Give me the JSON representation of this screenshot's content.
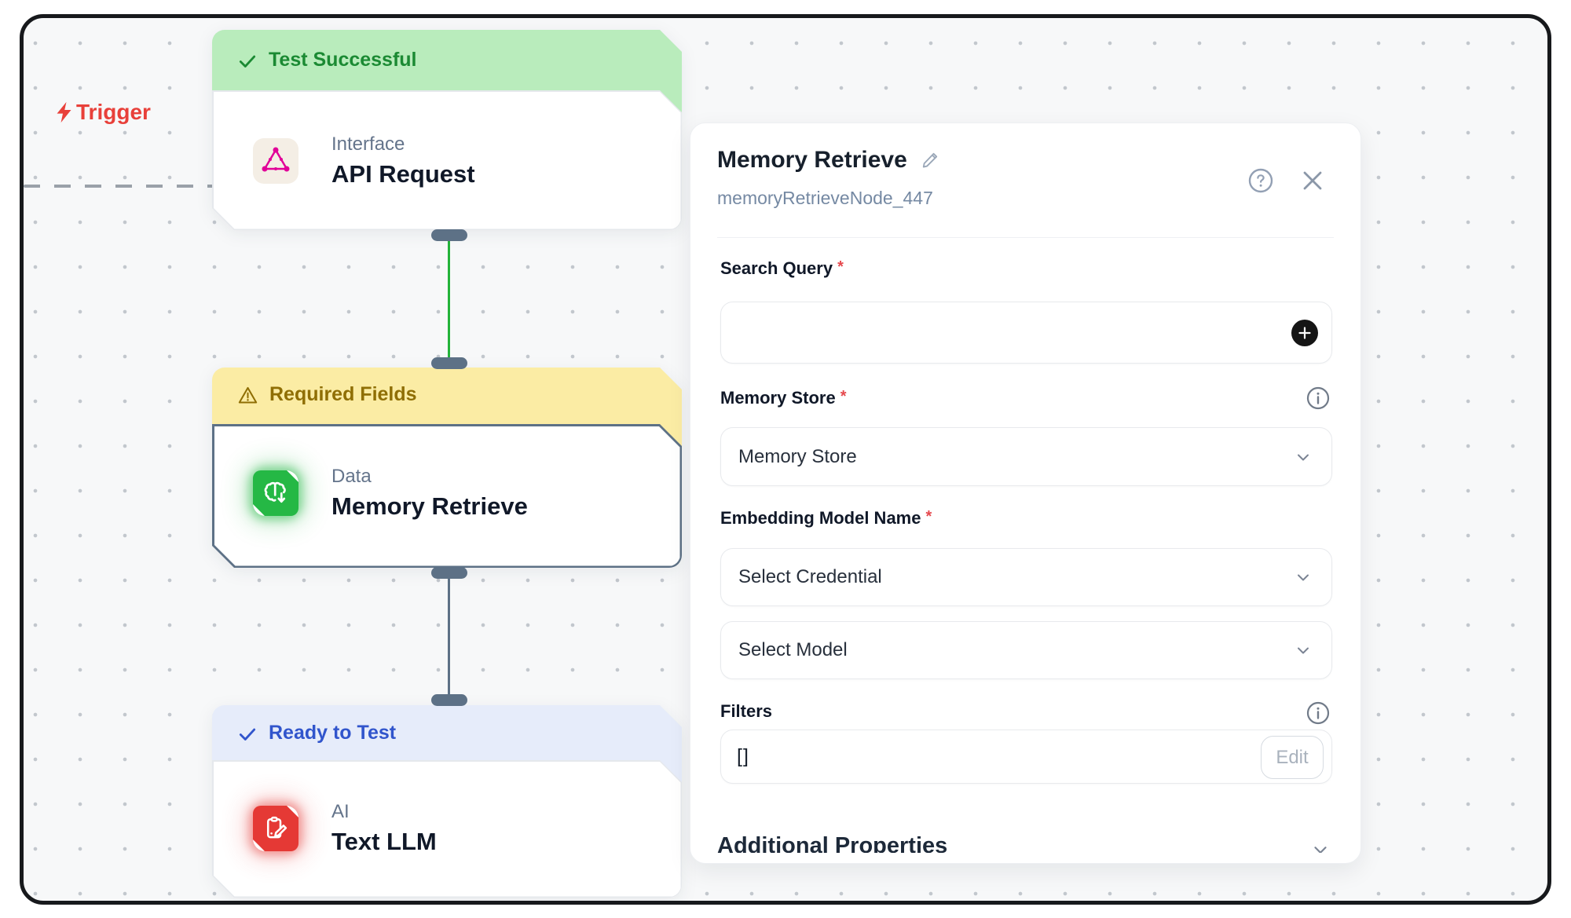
{
  "workflow": {
    "trigger_label": "Trigger",
    "nodes": [
      {
        "id": "api-request",
        "status_label": "Test Successful",
        "status_type": "success",
        "category": "Interface",
        "title": "API Request"
      },
      {
        "id": "memory-retrieve",
        "status_label": "Required Fields",
        "status_type": "warning",
        "category": "Data",
        "title": "Memory Retrieve"
      },
      {
        "id": "text-llm",
        "status_label": "Ready to Test",
        "status_type": "ready",
        "category": "AI",
        "title": "Text LLM"
      }
    ]
  },
  "panel": {
    "title": "Memory Retrieve",
    "node_id": "memoryRetrieveNode_447",
    "required_marker": "*",
    "search_query": {
      "label": "Search Query",
      "value": ""
    },
    "memory_store": {
      "label": "Memory Store",
      "selected": "Memory Store"
    },
    "embedding_model": {
      "label": "Embedding Model Name",
      "credential_value": "Select Credential",
      "model_value": "Select Model"
    },
    "filters": {
      "label": "Filters",
      "value": "[]",
      "edit_label": "Edit"
    },
    "additional_properties": {
      "label": "Additional Properties"
    }
  },
  "colors": {
    "success_bg": "#b9ecbc",
    "success_text": "#1b8a33",
    "warning_bg": "#fbeca4",
    "warning_text": "#8f6e04",
    "ready_bg": "#e6ecfa",
    "ready_text": "#3155cc",
    "edge_green": "#23b33a",
    "slate": "#5d7186",
    "trigger_red": "#e8403a",
    "icon_green": "#25b845",
    "icon_red": "#e53935",
    "graphql_pink": "#e10098"
  }
}
